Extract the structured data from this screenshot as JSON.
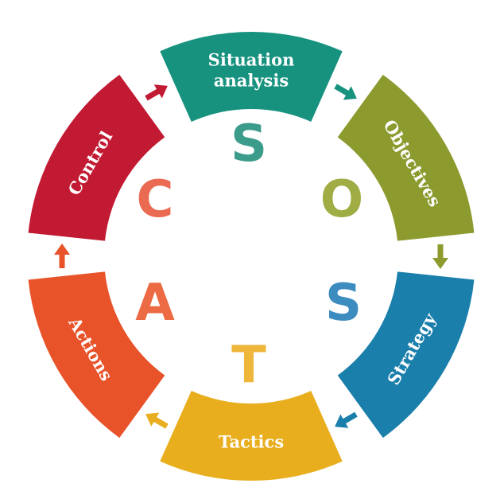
{
  "title": "SOSTAC",
  "segments": [
    {
      "id": "situation",
      "lines": [
        "Situation",
        "analysis"
      ],
      "color": "#17927f",
      "letter": "S",
      "letter_color": "#3c9c8c"
    },
    {
      "id": "objectives",
      "lines": [
        "Objectives"
      ],
      "color": "#8c9a2e",
      "letter": "O",
      "letter_color": "#a0ac44"
    },
    {
      "id": "strategy",
      "lines": [
        "Strategy"
      ],
      "color": "#1b7fab",
      "letter": "S",
      "letter_color": "#3c8cc0"
    },
    {
      "id": "tactics",
      "lines": [
        "Tactics"
      ],
      "color": "#e8ae1e",
      "letter": "T",
      "letter_color": "#eeb63a"
    },
    {
      "id": "actions",
      "lines": [
        "Actions"
      ],
      "color": "#e8532a",
      "letter": "A",
      "letter_color": "#ec6a44"
    },
    {
      "id": "control",
      "lines": [
        "Control"
      ],
      "color": "#c21a33",
      "letter": "C",
      "letter_color": "#ea6a52"
    }
  ]
}
